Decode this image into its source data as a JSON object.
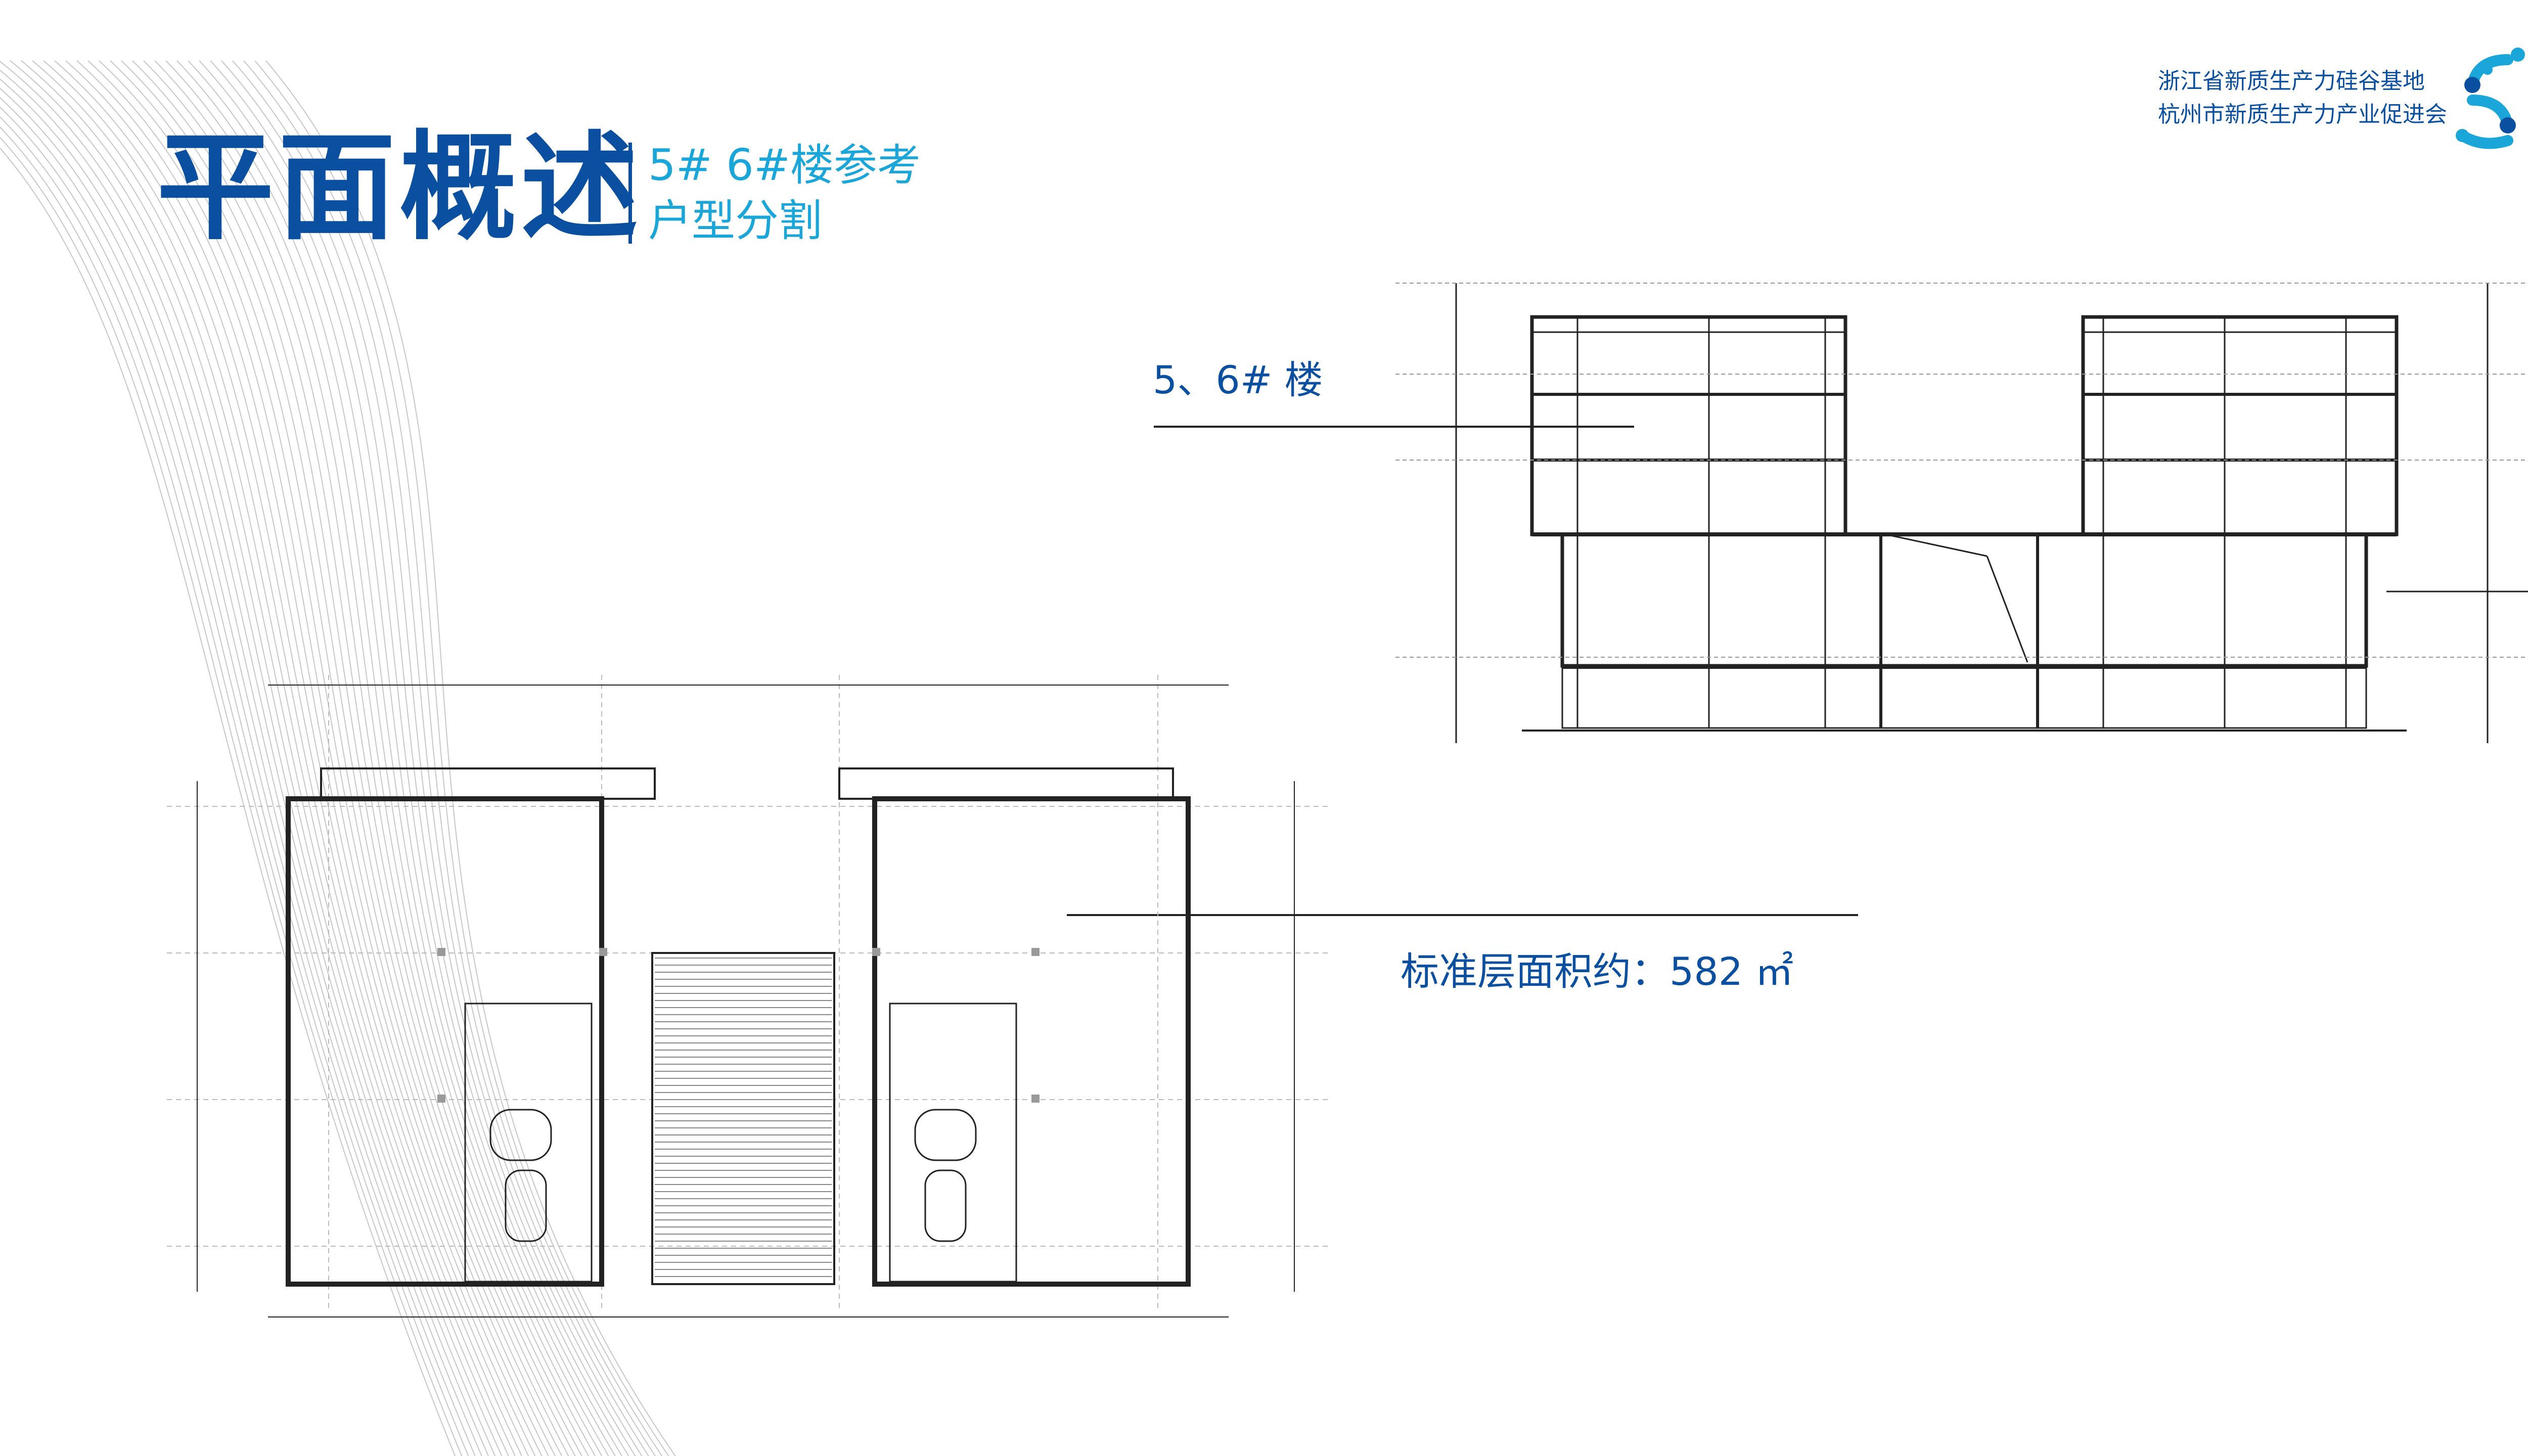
{
  "header": {
    "title": "平面概述",
    "subtitle_line1": "5# 6#楼参考",
    "subtitle_line2": "户型分割"
  },
  "org": {
    "line1": "浙江省新质生产力硅谷基地",
    "line2": "杭州市新质生产力产业促进会"
  },
  "callouts": {
    "building_label": "5、6# 楼",
    "area_label": "标准层面积约：582 ㎡"
  },
  "colors": {
    "brand_blue": "#0b4fa0",
    "accent_cyan": "#1aa6d8",
    "logo_red": "#e23b3b"
  },
  "icons": [
    "org-logo-icon"
  ]
}
